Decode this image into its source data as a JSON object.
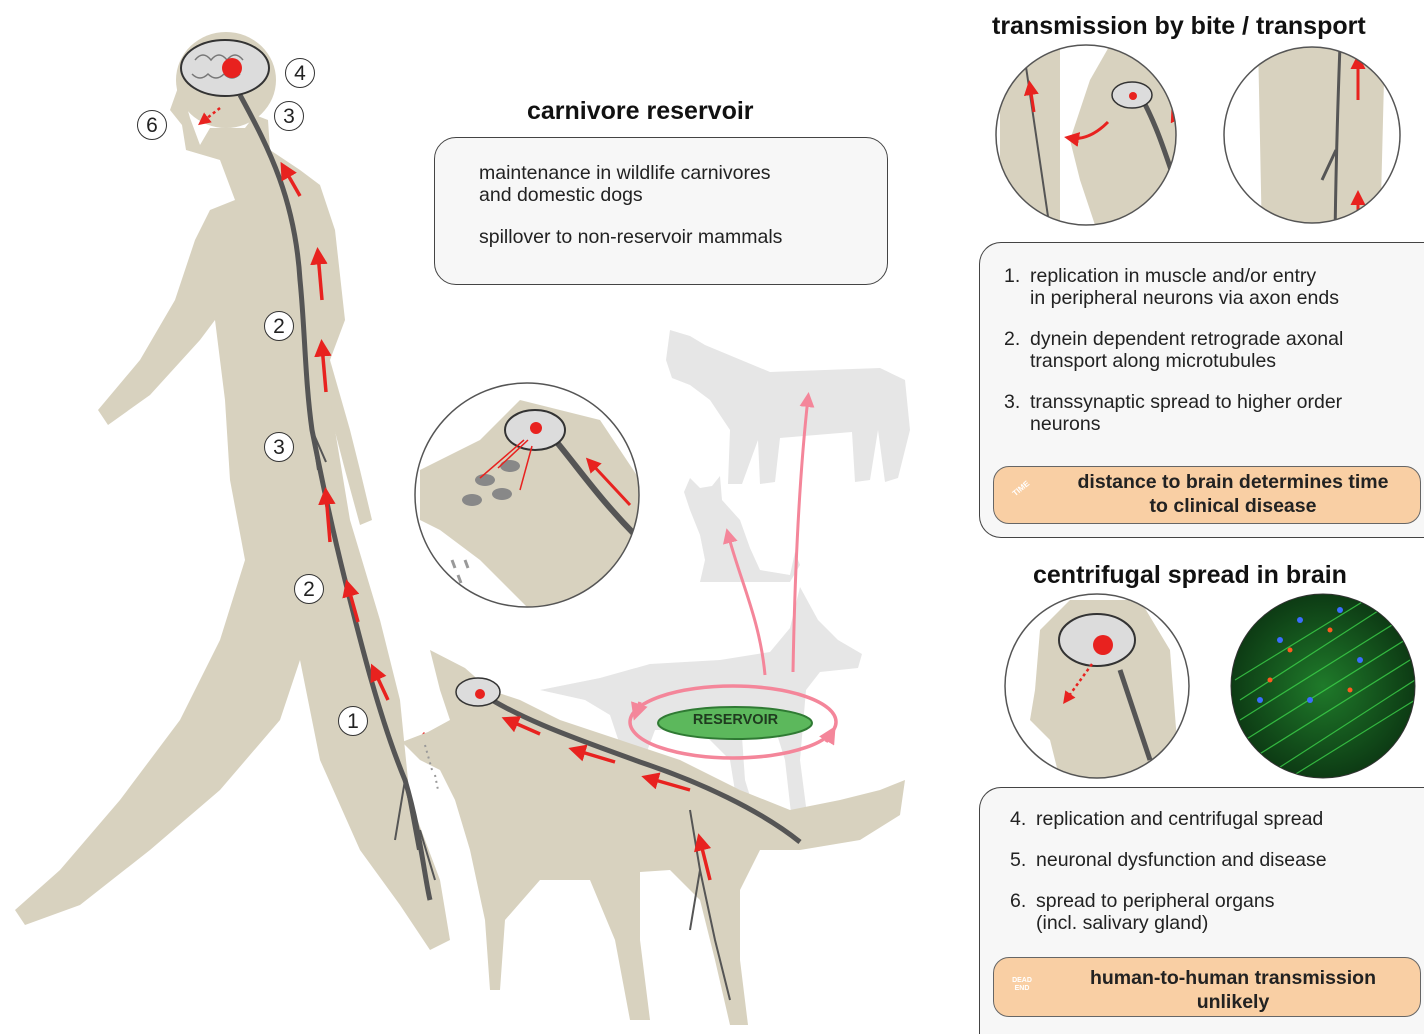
{
  "reservoir": {
    "title": "carnivore reservoir",
    "lines": [
      "maintenance in wildlife carnivores\nand domestic dogs",
      "spillover to non-reservoir mammals"
    ],
    "label": "RESERVOIR"
  },
  "transmission": {
    "title": "transmission by bite / transport",
    "steps": [
      {
        "num": "1.",
        "text": "replication in muscle and/or entry\nin peripheral neurons via axon ends"
      },
      {
        "num": "2.",
        "text": "dynein dependent retrograde axonal\ntransport along microtubules"
      },
      {
        "num": "3.",
        "text": "transsynaptic spread to higher order\nneurons"
      }
    ],
    "callout": "distance to brain determines time\nto clinical disease",
    "callout_icon": "TIME"
  },
  "centrifugal": {
    "title": "centrifugal spread in brain",
    "steps": [
      {
        "num": "4.",
        "text": "replication and centrifugal spread"
      },
      {
        "num": "5.",
        "text": "neuronal dysfunction and disease"
      },
      {
        "num": "6.",
        "text": "spread to peripheral organs\n(incl. salivary gland)"
      }
    ],
    "callout": "human-to-human transmission\nunlikely",
    "callout_icon": "DEAD END"
  },
  "markers": {
    "m1": "1",
    "m2a": "2",
    "m2b": "2",
    "m3a": "3",
    "m3b": "3",
    "m4": "4",
    "m6": "6"
  },
  "colors": {
    "body": "#d8d2bf",
    "nerve": "#555555",
    "arrow": "#e8221f",
    "pink": "#f4869a",
    "reservoir": "#5cb85c",
    "callout": "#f9cfa4",
    "ghost": "#e6e6e6"
  }
}
